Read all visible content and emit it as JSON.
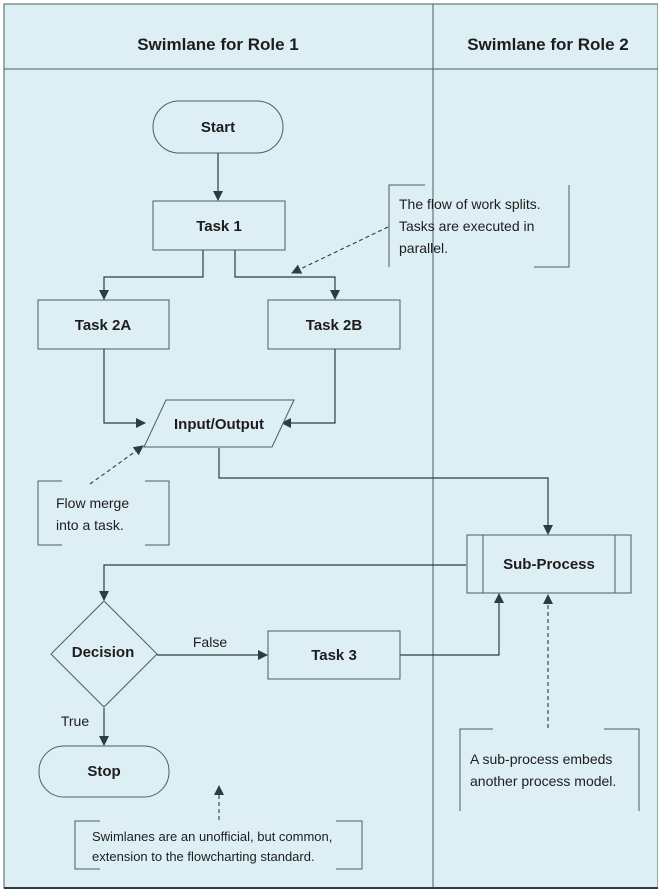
{
  "colors": {
    "background": "#deeef5",
    "line": "#27403f",
    "border": "#4a5f5f",
    "text": "#1d1d1d"
  },
  "lanes": {
    "role1": "Swimlane for Role 1",
    "role2": "Swimlane for Role 2"
  },
  "nodes": {
    "start": "Start",
    "task1": "Task 1",
    "task2a": "Task 2A",
    "task2b": "Task 2B",
    "io": "Input/Output",
    "subprocess": "Sub-Process",
    "decision": "Decision",
    "task3": "Task 3",
    "stop": "Stop"
  },
  "edges": {
    "false_label": "False",
    "true_label": "True"
  },
  "notes": {
    "split": [
      "The flow of work splits.",
      "Tasks are executed in",
      "parallel."
    ],
    "merge": [
      "Flow merge",
      "into a task."
    ],
    "subprocess": [
      "A sub-process embeds",
      "another process model."
    ],
    "swimlane": [
      "Swimlanes are an unofficial, but common,",
      "extension to the flowcharting standard."
    ]
  }
}
